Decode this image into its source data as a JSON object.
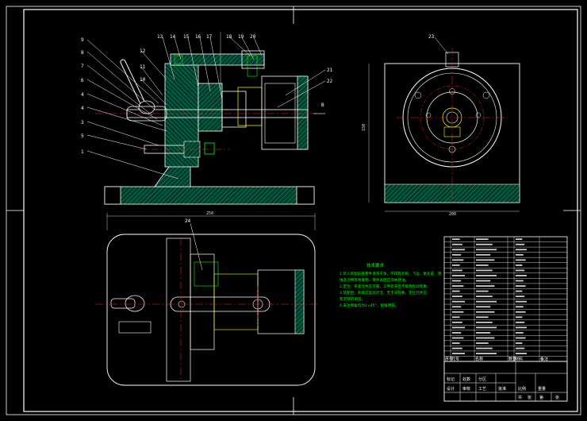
{
  "colors": {
    "background": "#000000",
    "outline": "#ffffff",
    "hatch": "#00d080",
    "centerline": "#ff2020",
    "yellow": "#ffff00",
    "note": "#00ff00",
    "magenta": "#ff00ff"
  },
  "front_view": {
    "part_labels": [
      "9",
      "8",
      "7",
      "6",
      "4",
      "4",
      "3",
      "5",
      "1",
      "12",
      "11",
      "10",
      "13",
      "14",
      "15",
      "16",
      "17",
      "18",
      "19",
      "20",
      "21",
      "22"
    ]
  },
  "side_view": {
    "section_label": "B",
    "part_label": "23",
    "width_dim": "200",
    "height_dim": "150"
  },
  "top_view": {
    "part_label": "24",
    "width_dim": "250"
  },
  "tech_notes": {
    "title": "技术要求",
    "lines": [
      "1.装入装配前各零件清洗干净，不得有毛刺、飞边、氧化皮、锈",
      "  蚀及污物等附着物，零件表面应涂防锈油。",
      "2.定位、夹紧元件应可靠，工件装夹后不能有松动现象。",
      "3.装配后，夹具应运动灵活，无卡滞现象，定位元件应",
      "  有足够的刚度。",
      "4.未注倒角均为1×45°，锐角倒钝。"
    ]
  },
  "parts_table": {
    "header": [
      "序号",
      "代号",
      "名称",
      "数量",
      "材料",
      "备注"
    ],
    "row_count": 23
  },
  "title_block": {
    "cells": [
      "标记",
      "处数",
      "分区",
      "设计",
      "审核",
      "工艺",
      "批准",
      "比例",
      "重量",
      "共",
      "张",
      "第",
      "张"
    ]
  }
}
